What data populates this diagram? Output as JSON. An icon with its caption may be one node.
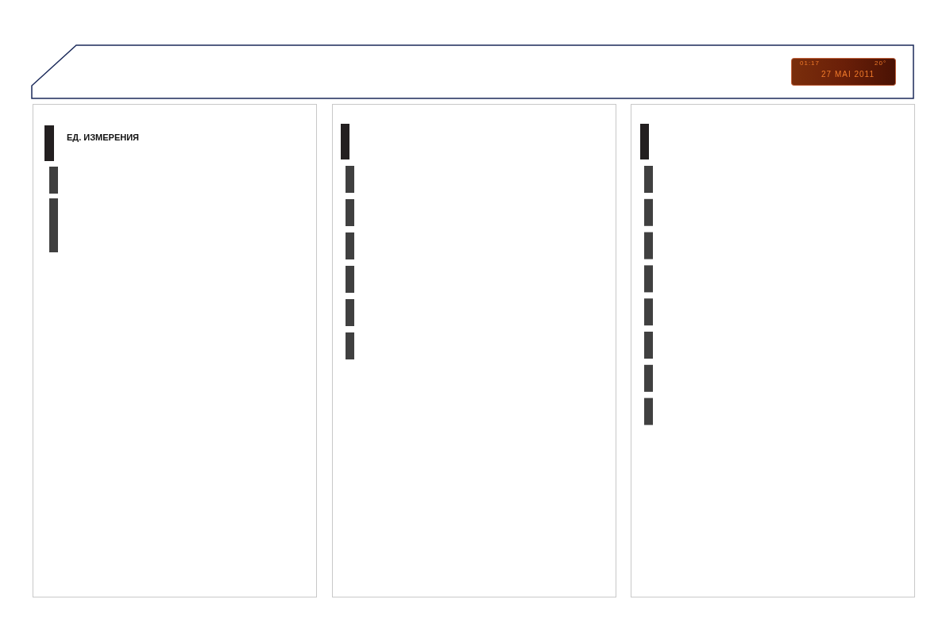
{
  "diagram": {
    "labels": [
      "ЕД. ИЗМЕРЕНИЯ",
      "01:17",
      "20°",
      "27 MAI 2011"
    ]
  }
}
